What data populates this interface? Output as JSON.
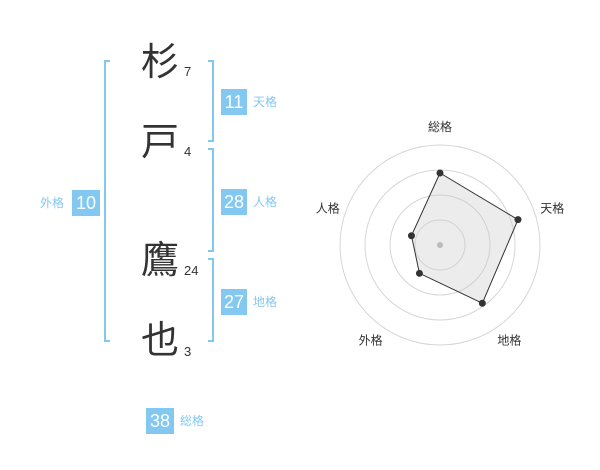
{
  "name": {
    "chars": [
      {
        "char": "杉",
        "strokes": "7"
      },
      {
        "char": "戸",
        "strokes": "4"
      },
      {
        "char": "鷹",
        "strokes": "24"
      },
      {
        "char": "也",
        "strokes": "3"
      }
    ]
  },
  "fortunes": {
    "gaikaku": {
      "label": "外格",
      "value": "10"
    },
    "tenkaku": {
      "label": "天格",
      "value": "11"
    },
    "jinkaku": {
      "label": "人格",
      "value": "28"
    },
    "chikaku": {
      "label": "地格",
      "value": "27"
    },
    "soukaku": {
      "label": "総格",
      "value": "38"
    }
  },
  "accent_color": "#83c8f1",
  "chart_data": {
    "type": "radar",
    "axes": [
      "総格",
      "天格",
      "地格",
      "外格",
      "人格"
    ],
    "values": [
      0.72,
      0.82,
      0.72,
      0.35,
      0.3
    ],
    "rmax": 1,
    "rings": 4,
    "grid": true
  }
}
